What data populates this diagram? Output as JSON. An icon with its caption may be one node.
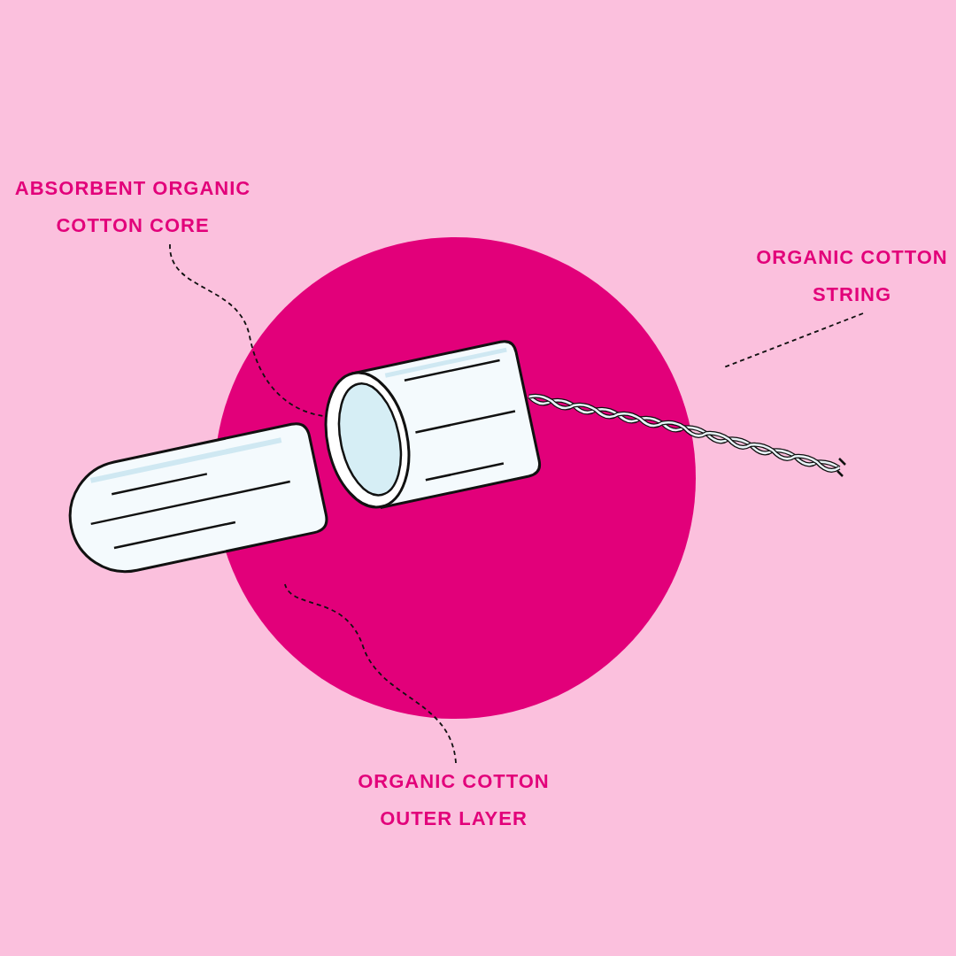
{
  "diagram": {
    "nodes": [
      {
        "text": [
          "ABSORBENT ORGANIC COTTON CORE"
        ]
      },
      {
        "text": [],
        "shape": "picture"
      },
      {
        "text": [
          "ORGANIC COTTON STRING"
        ]
      },
      {
        "text": [],
        "shape": "picture"
      },
      {
        "text": [
          "ORGANIC COTTON OUTER LAYER"
        ]
      },
      {
        "text": [],
        "shape": "picture"
      }
    ],
    "edges": [
      {
        "from": 0,
        "to": 1,
        "arrow": "none",
        "style": "dashed"
      },
      {
        "from": 2,
        "to": 3,
        "arrow": "none",
        "style": "dashed"
      },
      {
        "from": 4,
        "to": 5,
        "arrow": "none",
        "style": "dashed"
      }
    ]
  }
}
